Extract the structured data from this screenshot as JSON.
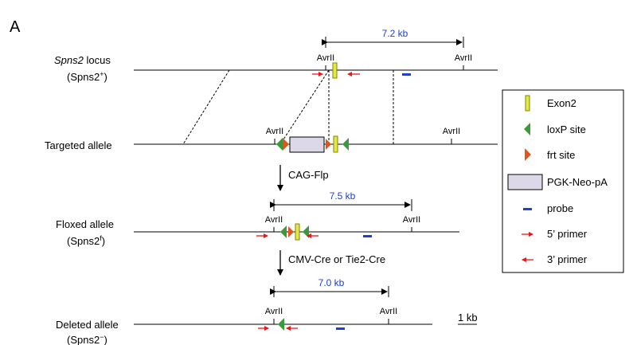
{
  "panel_label": "A",
  "rows": {
    "locus": {
      "label_italic": "Spns2",
      "label_rest": " locus",
      "sub_base": "(Spns2",
      "sub_sup": "+",
      "sub_end": ")"
    },
    "targeted": {
      "label": "Targeted allele"
    },
    "floxed": {
      "label": "Floxed allele",
      "sub_base": "(Spns2",
      "sub_sup": "f",
      "sub_end": ")"
    },
    "deleted": {
      "label": "Deleted allele",
      "sub_base": "(Spns2",
      "sub_sup": "−",
      "sub_end": ")"
    }
  },
  "site": "AvrII",
  "distances": {
    "locus": "7.2 kb",
    "floxed": "7.5 kb",
    "deleted": "7.0 kb"
  },
  "steps": {
    "flp": "CAG-Flp",
    "cre": "CMV-Cre or Tie2-Cre"
  },
  "scale_bar": "1 kb",
  "legend": {
    "exon": "Exon2",
    "loxp": "loxP site",
    "frt": "frt site",
    "neo": "PGK-Neo-pA",
    "probe": "probe",
    "primer5": "5’ primer",
    "primer3": "3’ primer"
  },
  "colors": {
    "exon_fill": "#e6e64a",
    "exon_stroke": "#7a8a00",
    "loxp": "#3a9a3a",
    "frt": "#e2541e",
    "neo_fill": "#ddd8e8",
    "probe": "#1f3fd0",
    "primer": "#e81818",
    "distance_text": "#1f3fd0"
  }
}
